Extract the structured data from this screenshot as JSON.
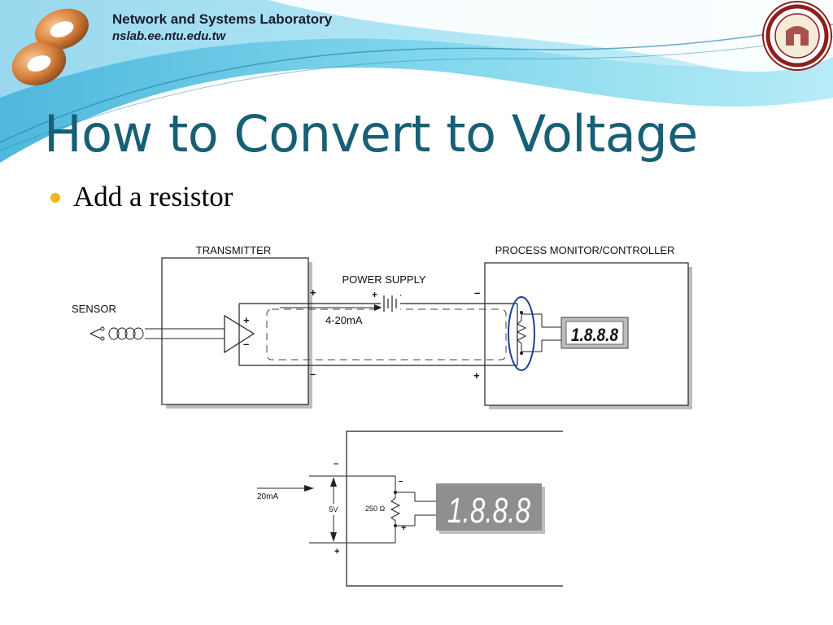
{
  "header": {
    "lab_name": "Network and Systems Laboratory",
    "lab_url": "nslab.ee.ntu.edu.tw"
  },
  "slide": {
    "title": "How to Convert to Voltage",
    "bullets": [
      "Add a resistor"
    ]
  },
  "diagram_top": {
    "transmitter_label": "TRANSMITTER",
    "controller_label": "PROCESS MONITOR/CONTROLLER",
    "power_supply_label": "POWER SUPPLY",
    "sensor_label": "SENSOR",
    "current_label": "4-20mA",
    "display_value": "1.8.8.8",
    "plus": "+",
    "minus": "–"
  },
  "diagram_bottom": {
    "current_label": "20mA",
    "voltage_label": "5V",
    "resistor_label": "250 Ω",
    "display_value": "1.8.8.8",
    "plus": "+",
    "minus": "–"
  },
  "colors": {
    "title": "#175f75",
    "bullet": "#f2b61c",
    "header_wave": "#5cc4e0",
    "highlight": "#1e3f8c"
  }
}
